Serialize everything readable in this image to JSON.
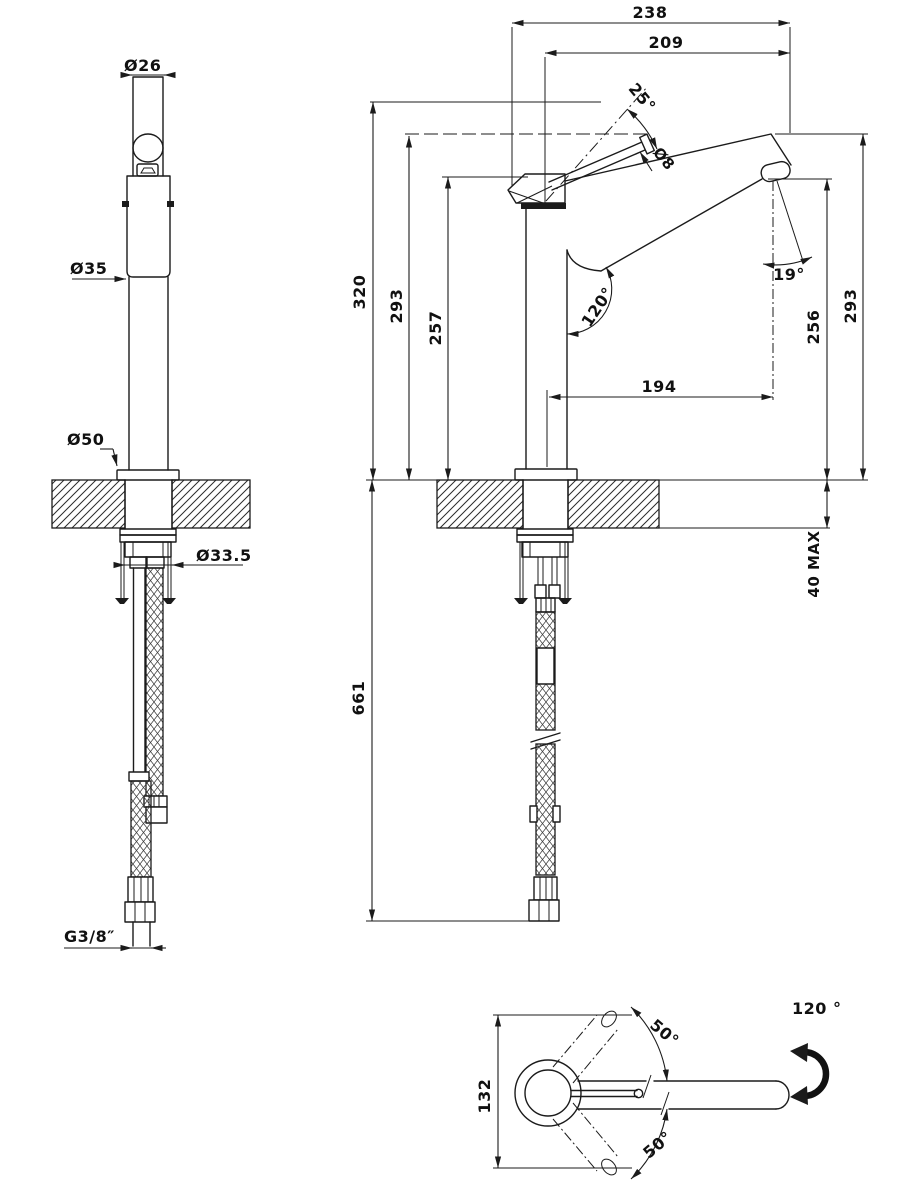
{
  "drawing": {
    "kind": "faucet dimensional technical drawing",
    "front_view": {
      "spout_diameter": "Ø26",
      "body_diameter": "Ø35",
      "base_diameter": "Ø50",
      "mounting_hole_diameter": "Ø33.5",
      "supply_connection": "G3/8″"
    },
    "side_view": {
      "overall_depth": "238",
      "spout_reach_overall": "209",
      "lever_stroke_angle": "25°",
      "lever_rod_diameter": "Ø8",
      "height_lever_raised": "320",
      "height_lever_top": "293",
      "height_body_top": "257",
      "spout_bend_angle": "120°",
      "outlet_angle": "19°",
      "outlet_height": "256",
      "spout_tip_height": "293",
      "outlet_reach": "194",
      "deck_thickness_max": "40 MAX",
      "hose_length_below_deck": "661"
    },
    "top_view": {
      "swing_width": "132",
      "swivel_angle_upper": "50°",
      "swivel_angle_lower": "50°",
      "swivel_total_angle": "120 °"
    }
  }
}
